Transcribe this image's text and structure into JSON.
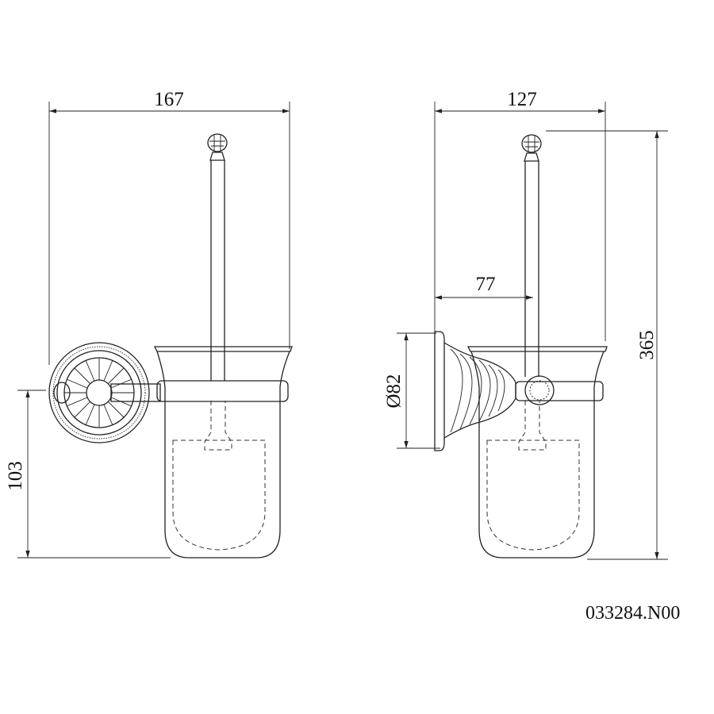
{
  "dimensions": {
    "front_width": "167",
    "front_height_to_axis": "103",
    "side_width": "127",
    "side_projection": "77",
    "side_total_height": "365",
    "plate_diameter": "Ø82"
  },
  "part_number": "033284.N00"
}
